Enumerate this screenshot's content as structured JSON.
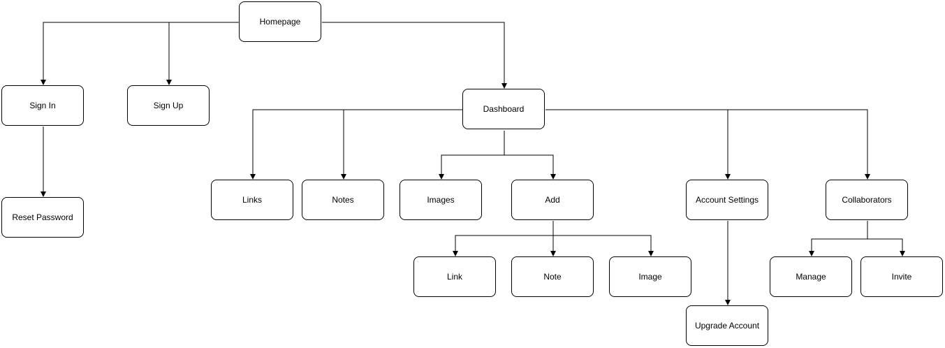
{
  "diagram": {
    "nodes": {
      "homepage": "Homepage",
      "sign_in": "Sign In",
      "sign_up": "Sign Up",
      "reset_password": "Reset Password",
      "dashboard": "Dashboard",
      "links": "Links",
      "notes": "Notes",
      "images": "Images",
      "add": "Add",
      "account_settings": "Account Settings",
      "collaborators": "Collaborators",
      "link": "Link",
      "note": "Note",
      "image": "Image",
      "upgrade_account": "Upgrade Account",
      "manage": "Manage",
      "invite": "Invite"
    },
    "edges": [
      [
        "homepage",
        "sign_in"
      ],
      [
        "homepage",
        "sign_up"
      ],
      [
        "homepage",
        "dashboard"
      ],
      [
        "sign_in",
        "reset_password"
      ],
      [
        "dashboard",
        "links"
      ],
      [
        "dashboard",
        "notes"
      ],
      [
        "dashboard",
        "images"
      ],
      [
        "dashboard",
        "add"
      ],
      [
        "dashboard",
        "account_settings"
      ],
      [
        "dashboard",
        "collaborators"
      ],
      [
        "add",
        "link"
      ],
      [
        "add",
        "note"
      ],
      [
        "add",
        "image"
      ],
      [
        "account_settings",
        "upgrade_account"
      ],
      [
        "collaborators",
        "manage"
      ],
      [
        "collaborators",
        "invite"
      ]
    ],
    "colors": {
      "stroke": "#000000",
      "fill": "#ffffff",
      "text": "#000000"
    }
  }
}
